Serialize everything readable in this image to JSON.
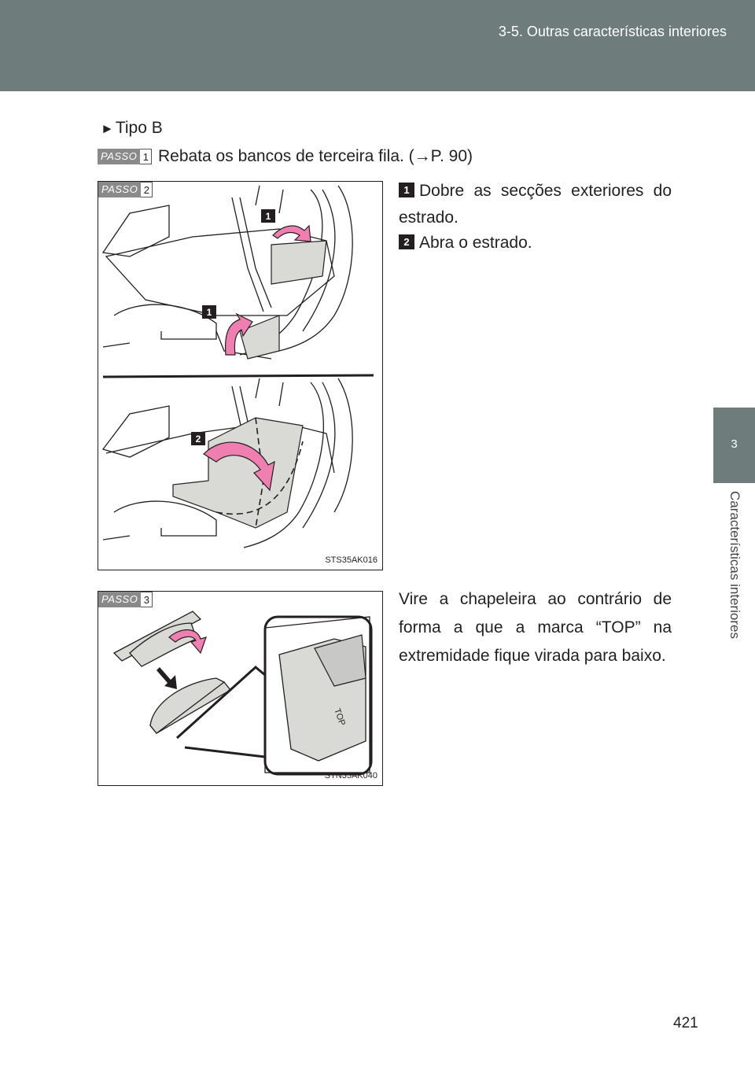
{
  "header": {
    "title": "3-5. Outras características interiores"
  },
  "side_tab": {
    "number": "3",
    "label": "Características interiores"
  },
  "section": {
    "arrow": "►",
    "label": "Tipo B"
  },
  "steps": [
    {
      "badge": "PASSO",
      "number": "1",
      "text": "Rebata os bancos de terceira fila. (→P. 90)"
    },
    {
      "badge": "PASSO",
      "number": "2",
      "items": [
        {
          "num": "1",
          "text": "Dobre as secções exteriores do estrado."
        },
        {
          "num": "2",
          "text": "Abra o estrado."
        }
      ],
      "figure_code": "STS35AK016",
      "figure_callouts": [
        "1",
        "1",
        "2"
      ]
    },
    {
      "badge": "PASSO",
      "number": "3",
      "text": "Vire a chapeleira ao contrário de forma a que a marca “TOP” na extremidade fique virada para baixo.",
      "figure_code": "STN35AK040",
      "figure_mark": "TOP"
    }
  ],
  "page_number": "421",
  "colors": {
    "header": "#6e7c7c",
    "accent_pink": "#f07fb1",
    "panel_gray": "#d9d9d6"
  }
}
